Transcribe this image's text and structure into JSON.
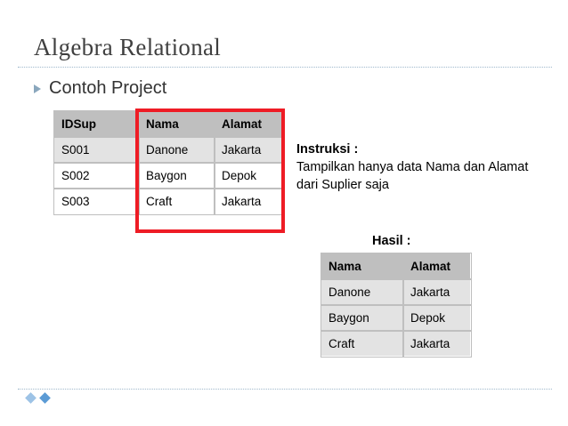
{
  "slide": {
    "title": "Algebra Relational",
    "bullet": "Contoh Project"
  },
  "source_table": {
    "name": "suplier-table",
    "headers": [
      "IDSup",
      "Nama",
      "Alamat"
    ],
    "rows": [
      [
        "S001",
        "Danone",
        "Jakarta"
      ],
      [
        "S002",
        "Baygon",
        "Depok"
      ],
      [
        "S003",
        "Craft",
        "Jakarta"
      ]
    ]
  },
  "instruction": {
    "label": "Instruksi :",
    "line1": "Tampilkan hanya data Nama dan Alamat",
    "line2": "dari Suplier saja"
  },
  "result": {
    "label": "Hasil :",
    "headers": [
      "Nama",
      "Alamat"
    ],
    "rows": [
      [
        "Danone",
        "Jakarta"
      ],
      [
        "Baygon",
        "Depok"
      ],
      [
        "Craft",
        "Jakarta"
      ]
    ]
  },
  "colors": {
    "highlight": "#ee1c25",
    "header_fill": "#bfbfbf",
    "alt_row_fill": "#e3e3e3",
    "title_text": "#404040",
    "rule": "#9fb8cc",
    "diamond": "#5b9bd5"
  }
}
